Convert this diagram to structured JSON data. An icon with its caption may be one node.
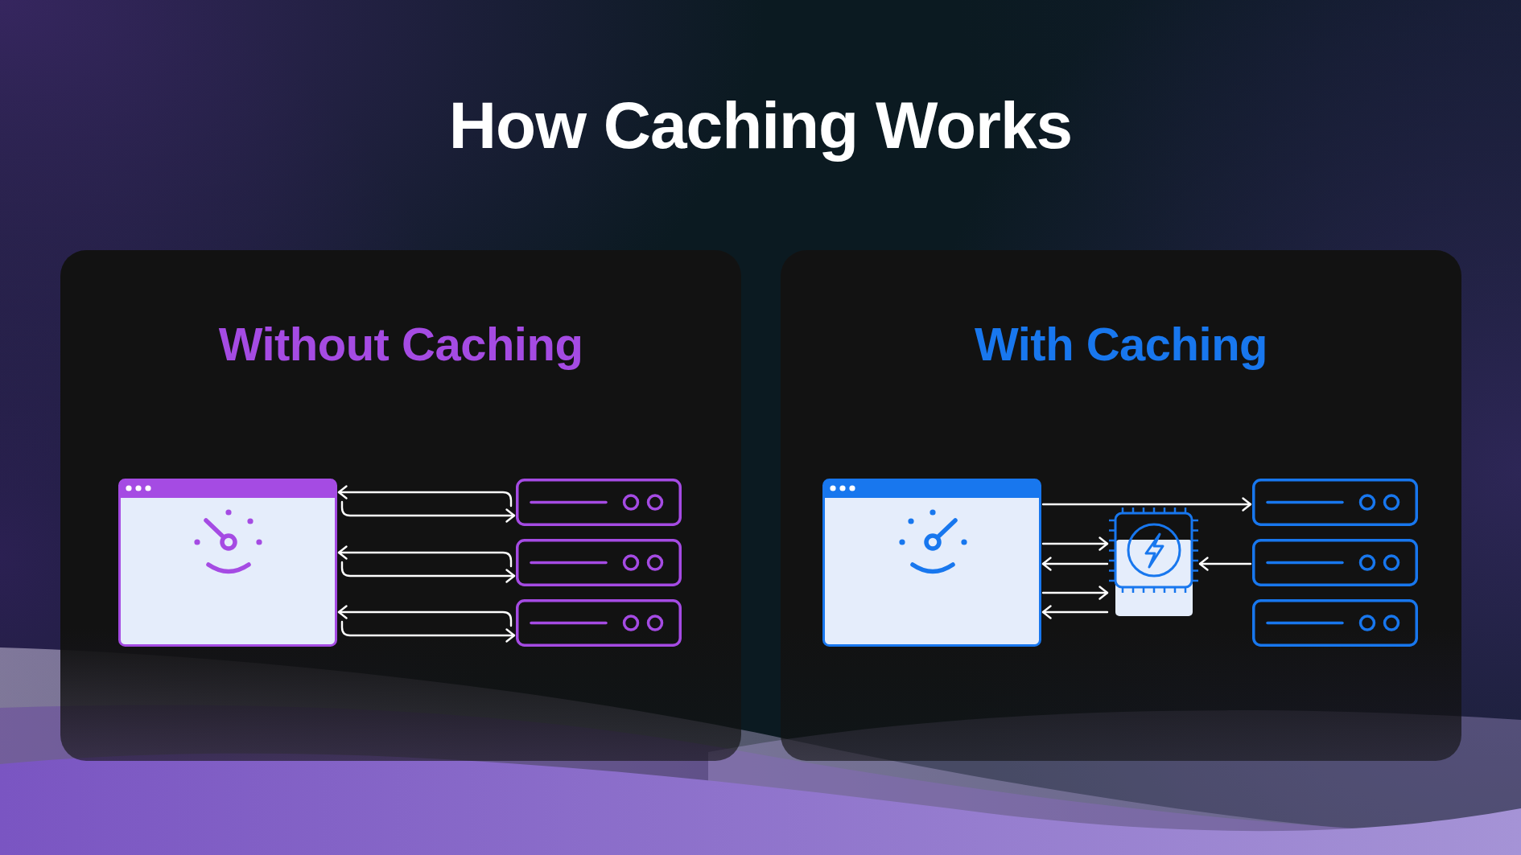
{
  "diagram": {
    "title": "How Caching Works",
    "nodes": [
      {
        "text": [
          "Without Caching"
        ]
      },
      {
        "text": [],
        "shape": "window",
        "in": 0
      },
      {
        "text": [],
        "shape": "server",
        "in": 0
      },
      {
        "text": [],
        "shape": "server",
        "in": 0
      },
      {
        "text": [],
        "shape": "server",
        "in": 0
      },
      {
        "text": [
          "With Caching"
        ]
      },
      {
        "text": [],
        "shape": "window",
        "in": 5
      },
      {
        "text": [],
        "shape": "chip",
        "in": 5
      },
      {
        "text": [],
        "shape": "server",
        "in": 5
      },
      {
        "text": [],
        "shape": "server",
        "in": 5
      },
      {
        "text": [],
        "shape": "server",
        "in": 5
      }
    ],
    "edges": [
      {
        "from": 2,
        "to": 1,
        "arrow": "to"
      },
      {
        "from": 1,
        "to": 2,
        "arrow": "to"
      },
      {
        "from": 3,
        "to": 1,
        "arrow": "to"
      },
      {
        "from": 1,
        "to": 3,
        "arrow": "to"
      },
      {
        "from": 4,
        "to": 1,
        "arrow": "to"
      },
      {
        "from": 1,
        "to": 4,
        "arrow": "to"
      },
      {
        "from": 6,
        "to": 8,
        "arrow": "to"
      },
      {
        "from": 6,
        "to": 7,
        "arrow": "to"
      },
      {
        "from": 7,
        "to": 6,
        "arrow": "to"
      },
      {
        "from": 9,
        "to": 7,
        "arrow": "to"
      },
      {
        "from": 6,
        "to": 7,
        "arrow": "to"
      },
      {
        "from": 7,
        "to": 6,
        "arrow": "to"
      }
    ]
  }
}
